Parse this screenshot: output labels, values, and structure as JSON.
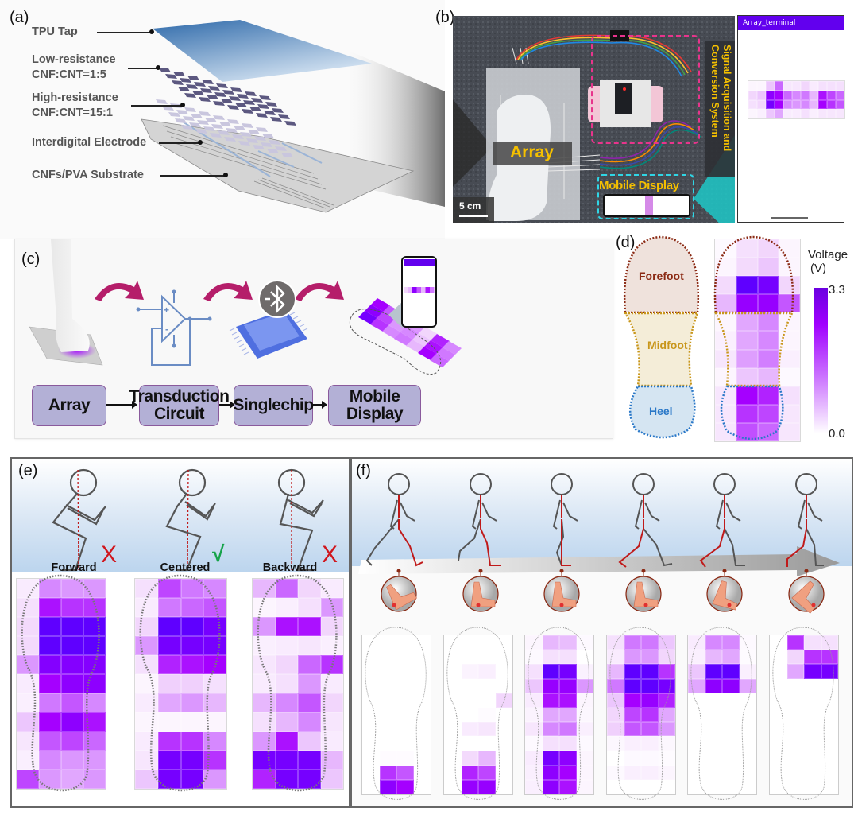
{
  "panels": {
    "a": {
      "label": "(a)",
      "layers": [
        {
          "line1": "TPU Tap",
          "line2": ""
        },
        {
          "line1": "Low-resistance",
          "line2": "CNF:CNT=1:5"
        },
        {
          "line1": "High-resistance",
          "line2": "CNF:CNT=15:1"
        },
        {
          "line1": "Interdigital Electrode",
          "line2": ""
        },
        {
          "line1": "CNFs/PVA Substrate",
          "line2": ""
        }
      ]
    },
    "b": {
      "label": "(b)",
      "tags": {
        "array": "Array",
        "mobile_display": "Mobile Display",
        "signal_system_line1": "Signal Acquisition and",
        "signal_system_line2": "Conversion System",
        "scale_bar": "5 cm"
      },
      "terminal": {
        "title": "Array_terminal",
        "heatmap": [
          [
            0.05,
            0.05,
            0.25,
            0.55,
            0.12,
            0.12,
            0.2,
            0.1,
            0.15,
            0.15,
            0.15
          ],
          [
            0.2,
            0.25,
            0.9,
            0.85,
            0.55,
            0.45,
            0.5,
            0.3,
            0.8,
            0.65,
            0.55
          ],
          [
            0.15,
            0.2,
            0.95,
            0.85,
            0.45,
            0.4,
            0.45,
            0.3,
            0.85,
            0.7,
            0.6
          ],
          [
            0.05,
            0.08,
            0.25,
            0.35,
            0.1,
            0.1,
            0.15,
            0.08,
            0.12,
            0.12,
            0.12
          ]
        ]
      },
      "colors": {
        "array_tag": "#f5c000",
        "signal_box": "#e8348c",
        "mobile_box": "#2fd6e6"
      }
    },
    "c": {
      "label": "(c)",
      "flow": [
        "Array",
        "Transduction Circuit",
        "Singlechip",
        "Mobile Display"
      ],
      "bluetooth_icon": "bluetooth-icon",
      "colors": {
        "arrow": "#b51e6a",
        "box_fill": "#b3b0d6",
        "box_border": "#8a5a9c",
        "circuit": "#6a8cc4"
      }
    },
    "d": {
      "label": "(d)",
      "regions": [
        "Forefoot",
        "Midfoot",
        "Heel"
      ],
      "region_colors": {
        "forefoot": "#8b2a14",
        "midfoot": "#c8961a",
        "heel": "#2a78c8"
      },
      "colorbar": {
        "title_line1": "Voltage",
        "title_line2": "(V)",
        "max_label": "3.3",
        "min_label": "0.0",
        "min": 0.0,
        "max": 3.3
      },
      "heatmap": [
        [
          0.03,
          0.15,
          0.2,
          0.05
        ],
        [
          0.05,
          0.18,
          0.25,
          0.05
        ],
        [
          0.18,
          1.0,
          0.95,
          0.2
        ],
        [
          0.3,
          0.88,
          0.88,
          0.6
        ],
        [
          0.05,
          0.35,
          0.45,
          0.05
        ],
        [
          0.08,
          0.35,
          0.45,
          0.05
        ],
        [
          0.12,
          0.38,
          0.48,
          0.08
        ],
        [
          0.05,
          0.25,
          0.3,
          0.03
        ],
        [
          0.12,
          0.85,
          0.75,
          0.15
        ],
        [
          0.12,
          0.7,
          0.65,
          0.12
        ],
        [
          0.12,
          0.62,
          0.55,
          0.12
        ]
      ]
    },
    "e": {
      "label": "(e)",
      "poses": [
        {
          "name": "Forward",
          "verdict": "X",
          "verdict_color": "#d0161d"
        },
        {
          "name": "Centered",
          "verdict": "√",
          "verdict_color": "#16a34a"
        },
        {
          "name": "Backward",
          "verdict": "X",
          "verdict_color": "#d0161d"
        }
      ],
      "heatmaps": [
        [
          [
            0.1,
            0.45,
            0.4,
            0.4
          ],
          [
            0.15,
            0.8,
            0.7,
            0.7
          ],
          [
            0.18,
            1.0,
            1.0,
            1.0
          ],
          [
            0.18,
            1.0,
            1.0,
            1.0
          ],
          [
            0.4,
            0.92,
            0.92,
            0.92
          ],
          [
            0.1,
            0.85,
            0.9,
            0.9
          ],
          [
            0.08,
            0.5,
            0.6,
            0.45
          ],
          [
            0.25,
            0.85,
            0.9,
            0.8
          ],
          [
            0.12,
            0.6,
            0.65,
            0.55
          ],
          [
            0.08,
            0.45,
            0.4,
            0.4
          ],
          [
            0.65,
            0.4,
            0.35,
            0.4
          ]
        ],
        [
          [
            0.15,
            0.65,
            0.5,
            0.45
          ],
          [
            0.1,
            0.5,
            0.55,
            0.6
          ],
          [
            0.2,
            1.0,
            1.0,
            0.95
          ],
          [
            0.4,
            0.95,
            0.95,
            0.95
          ],
          [
            0.15,
            0.75,
            0.8,
            0.85
          ],
          [
            0.05,
            0.22,
            0.22,
            0.15
          ],
          [
            0.1,
            0.35,
            0.4,
            0.3
          ],
          [
            0.05,
            0.05,
            0.05,
            0.05
          ],
          [
            0.1,
            0.7,
            0.7,
            0.45
          ],
          [
            0.12,
            0.95,
            0.95,
            0.7
          ],
          [
            0.25,
            0.95,
            0.95,
            0.4
          ]
        ],
        [
          [
            0.3,
            0.55,
            0.2,
            0.1
          ],
          [
            0.05,
            0.08,
            0.15,
            0.4
          ],
          [
            0.4,
            0.8,
            0.8,
            0.2
          ],
          [
            0.08,
            0.1,
            0.12,
            0.08
          ],
          [
            0.12,
            0.2,
            0.55,
            0.7
          ],
          [
            0.1,
            0.15,
            0.4,
            0.1
          ],
          [
            0.3,
            0.45,
            0.6,
            0.2
          ],
          [
            0.15,
            0.3,
            0.45,
            0.12
          ],
          [
            0.4,
            0.8,
            0.25,
            0.1
          ],
          [
            0.95,
            0.95,
            0.95,
            0.3
          ],
          [
            0.75,
            0.95,
            0.95,
            0.25
          ]
        ]
      ]
    },
    "f": {
      "label": "(f)",
      "phases": 6,
      "colors": {
        "leg_highlight": "#c01a1a",
        "body": "#555555",
        "connector": "#8b2a14"
      },
      "heatmaps": [
        [
          [
            0,
            0,
            0,
            0
          ],
          [
            0,
            0,
            0,
            0
          ],
          [
            0,
            0,
            0,
            0
          ],
          [
            0,
            0,
            0,
            0
          ],
          [
            0,
            0,
            0,
            0
          ],
          [
            0,
            0,
            0,
            0
          ],
          [
            0,
            0,
            0,
            0
          ],
          [
            0,
            0,
            0,
            0
          ],
          [
            0,
            0.02,
            0.02,
            0
          ],
          [
            0,
            0.7,
            0.6,
            0
          ],
          [
            0,
            0.9,
            0.85,
            0
          ]
        ],
        [
          [
            0,
            0,
            0,
            0
          ],
          [
            0,
            0,
            0,
            0
          ],
          [
            0,
            0.06,
            0.08,
            0
          ],
          [
            0,
            0,
            0,
            0
          ],
          [
            0,
            0,
            0,
            0.2
          ],
          [
            0,
            0,
            0.02,
            0
          ],
          [
            0,
            0.1,
            0.12,
            0
          ],
          [
            0,
            0,
            0,
            0
          ],
          [
            0,
            0.18,
            0.3,
            0
          ],
          [
            0,
            0.75,
            0.65,
            0
          ],
          [
            0,
            0.88,
            0.88,
            0
          ]
        ],
        [
          [
            0.05,
            0.3,
            0.28,
            0.03
          ],
          [
            0.03,
            0.15,
            0.15,
            0
          ],
          [
            0.15,
            1.0,
            0.95,
            0.07
          ],
          [
            0.25,
            0.88,
            0.88,
            0.4
          ],
          [
            0.1,
            0.8,
            0.8,
            0.05
          ],
          [
            0.06,
            0.35,
            0.35,
            0.04
          ],
          [
            0.12,
            0.45,
            0.5,
            0.08
          ],
          [
            0.03,
            0.15,
            0.15,
            0.03
          ],
          [
            0.1,
            0.95,
            0.9,
            0.05
          ],
          [
            0.08,
            0.9,
            0.85,
            0.05
          ],
          [
            0.08,
            0.9,
            0.8,
            0.05
          ]
        ],
        [
          [
            0.15,
            0.5,
            0.5,
            0.25
          ],
          [
            0.1,
            0.4,
            0.4,
            0.2
          ],
          [
            0.3,
            1.0,
            1.0,
            0.7
          ],
          [
            0.5,
            1.0,
            1.0,
            0.95
          ],
          [
            0.25,
            0.85,
            0.88,
            0.75
          ],
          [
            0.2,
            0.65,
            0.7,
            0.35
          ],
          [
            0.22,
            0.6,
            0.6,
            0.4
          ],
          [
            0.04,
            0.08,
            0.08,
            0.04
          ],
          [
            0,
            0.03,
            0.03,
            0.02
          ],
          [
            0.03,
            0.08,
            0.08,
            0.05
          ],
          [
            0,
            0,
            0,
            0
          ]
        ],
        [
          [
            0.1,
            0.45,
            0.45,
            0.03
          ],
          [
            0.08,
            0.3,
            0.35,
            0.02
          ],
          [
            0.25,
            1.0,
            1.0,
            0.08
          ],
          [
            0.35,
            0.9,
            0.9,
            0.35
          ],
          [
            0,
            0,
            0,
            0
          ],
          [
            0,
            0,
            0,
            0
          ],
          [
            0,
            0,
            0,
            0
          ],
          [
            0,
            0,
            0,
            0
          ],
          [
            0,
            0,
            0,
            0
          ],
          [
            0,
            0,
            0,
            0
          ],
          [
            0,
            0,
            0,
            0
          ]
        ],
        [
          [
            0,
            0.7,
            0.15,
            0.15
          ],
          [
            0,
            0.2,
            0.7,
            0.7
          ],
          [
            0,
            0.35,
            0.95,
            0.95
          ],
          [
            0,
            0,
            0,
            0
          ],
          [
            0,
            0,
            0,
            0
          ],
          [
            0,
            0,
            0,
            0
          ],
          [
            0,
            0,
            0,
            0
          ],
          [
            0,
            0,
            0,
            0
          ],
          [
            0,
            0,
            0,
            0
          ],
          [
            0,
            0,
            0,
            0
          ],
          [
            0,
            0,
            0,
            0
          ]
        ]
      ]
    }
  }
}
